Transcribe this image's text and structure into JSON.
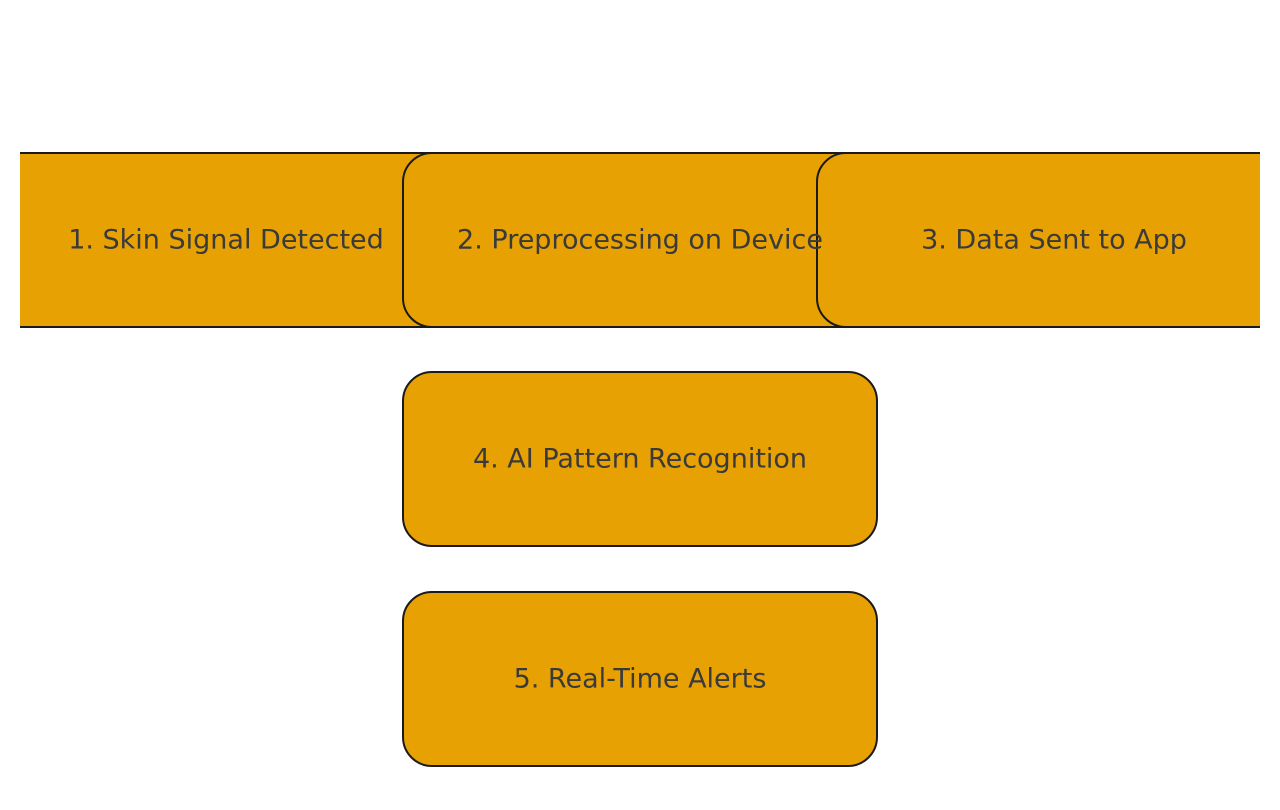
{
  "diagram": {
    "type": "flowchart",
    "title": "",
    "colors": {
      "background": "#ffffff",
      "node_fill": "#e7a103",
      "node_border": "#1a1a1a",
      "text": "#3a3a3a"
    },
    "nodes": [
      {
        "id": "step-1",
        "label": "1. Skin Signal Detected",
        "row": 1,
        "col": 1
      },
      {
        "id": "step-2",
        "label": "2. Preprocessing on Device",
        "row": 1,
        "col": 2
      },
      {
        "id": "step-3",
        "label": "3. Data Sent to App",
        "row": 1,
        "col": 3
      },
      {
        "id": "step-4",
        "label": "4. AI Pattern Recognition",
        "row": 2,
        "col": 1
      },
      {
        "id": "step-5",
        "label": "5. Real-Time Alerts",
        "row": 3,
        "col": 1
      }
    ]
  }
}
